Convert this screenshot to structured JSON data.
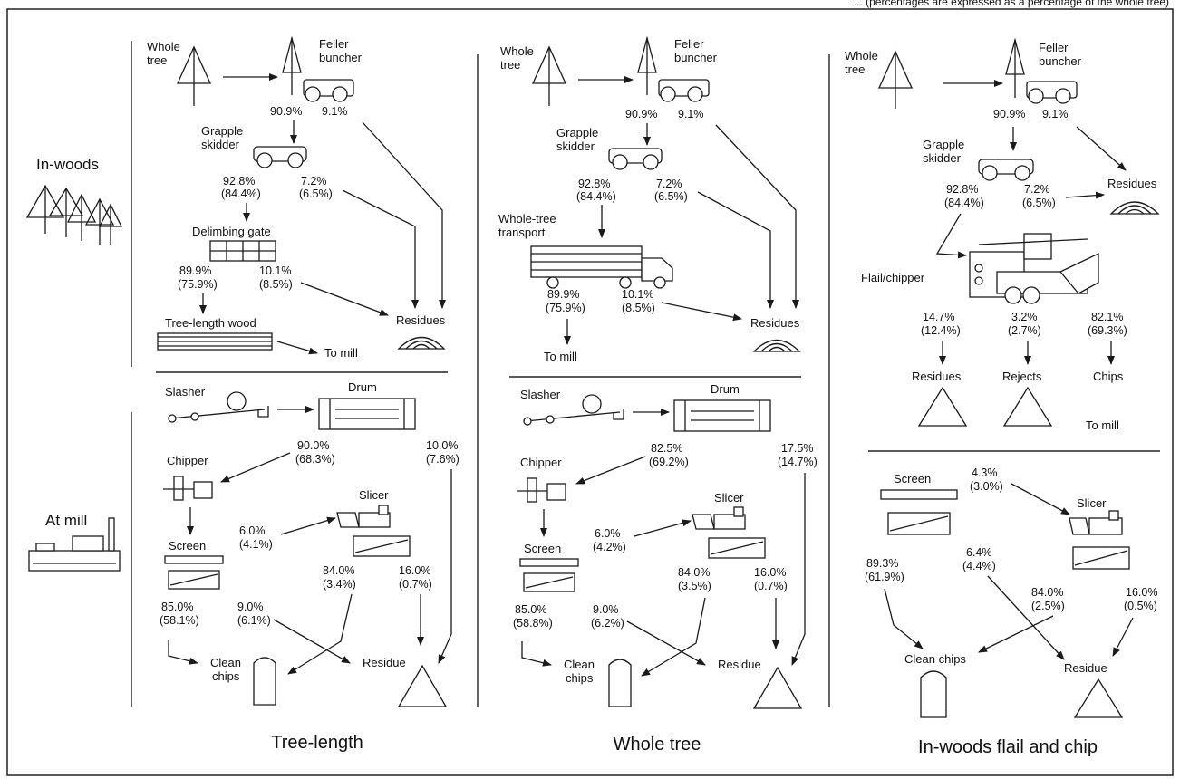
{
  "header_fragment": "... (percentages are expressed as a percentage of the whole tree)",
  "stages": {
    "in_woods": "In-woods",
    "at_mill": "At mill"
  },
  "columns": [
    {
      "title": "Tree-length",
      "whole_tree": [
        "Whole",
        "tree"
      ],
      "feller_buncher": [
        "Feller",
        "buncher"
      ],
      "fb_pcts": [
        "90.9%",
        "9.1%"
      ],
      "grapple_skidder": [
        "Grapple",
        "skidder"
      ],
      "gs_pcts": [
        "92.8%",
        "(84.4%)",
        "7.2%",
        "(6.5%)"
      ],
      "delimbing_gate": "Delimbing gate",
      "dg_pcts": [
        "89.9%",
        "(75.9%)",
        "10.1%",
        "(8.5%)"
      ],
      "tree_length_wood": "Tree-length wood",
      "to_mill": "To mill",
      "residues": "Residues",
      "slasher": "Slasher",
      "drum": "Drum",
      "drum_pcts": [
        "90.0%",
        "(68.3%)",
        "10.0%",
        "(7.6%)"
      ],
      "chipper": "Chipper",
      "slicer": "Slicer",
      "screen": "Screen",
      "screen_to_slicer": [
        "6.0%",
        "(4.1%)"
      ],
      "slicer_pcts": [
        "84.0%",
        "(3.4%)",
        "16.0%",
        "(0.7%)"
      ],
      "screen_pcts": [
        "85.0%",
        "(58.1%)",
        "9.0%",
        "(6.1%)"
      ],
      "clean_chips": [
        "Clean",
        "chips"
      ],
      "residue": "Residue"
    },
    {
      "title": "Whole tree",
      "whole_tree": [
        "Whole",
        "tree"
      ],
      "feller_buncher": [
        "Feller",
        "buncher"
      ],
      "fb_pcts": [
        "90.9%",
        "9.1%"
      ],
      "grapple_skidder": [
        "Grapple",
        "skidder"
      ],
      "gs_pcts": [
        "92.8%",
        "(84.4%)",
        "7.2%",
        "(6.5%)"
      ],
      "transport": [
        "Whole-tree",
        "transport"
      ],
      "tr_pcts": [
        "89.9%",
        "(75.9%)",
        "10.1%",
        "(8.5%)"
      ],
      "to_mill": "To mill",
      "residues": "Residues",
      "slasher": "Slasher",
      "drum": "Drum",
      "drum_pcts": [
        "82.5%",
        "(69.2%)",
        "17.5%",
        "(14.7%)"
      ],
      "chipper": "Chipper",
      "slicer": "Slicer",
      "screen": "Screen",
      "screen_to_slicer": [
        "6.0%",
        "(4.2%)"
      ],
      "slicer_pcts": [
        "84.0%",
        "(3.5%)",
        "16.0%",
        "(0.7%)"
      ],
      "screen_pcts": [
        "85.0%",
        "(58.8%)",
        "9.0%",
        "(6.2%)"
      ],
      "clean_chips": [
        "Clean",
        "chips"
      ],
      "residue": "Residue"
    },
    {
      "title": "In-woods flail and chip",
      "whole_tree": [
        "Whole",
        "tree"
      ],
      "feller_buncher": [
        "Feller",
        "buncher"
      ],
      "fb_pcts": [
        "90.9%",
        "9.1%"
      ],
      "grapple_skidder": [
        "Grapple",
        "skidder"
      ],
      "gs_pcts": [
        "92.8%",
        "(84.4%)",
        "7.2%",
        "(6.5%)"
      ],
      "residues_top": "Residues",
      "flail_chipper": "Flail/chipper",
      "fc_pcts": [
        "14.7%",
        "(12.4%)",
        "3.2%",
        "(2.7%)",
        "82.1%",
        "(69.3%)"
      ],
      "fc_outputs": [
        "Residues",
        "Rejects",
        "Chips"
      ],
      "to_mill": "To mill",
      "screen": "Screen",
      "screen_to_slicer": [
        "4.3%",
        "(3.0%)"
      ],
      "slicer": "Slicer",
      "screen_clean": [
        "89.3%",
        "(61.9%)"
      ],
      "screen_residue": [
        "6.4%",
        "(4.4%)"
      ],
      "slicer_pcts": [
        "84.0%",
        "(2.5%)",
        "16.0%",
        "(0.5%)"
      ],
      "clean_chips": "Clean chips",
      "residue": "Residue"
    }
  ]
}
